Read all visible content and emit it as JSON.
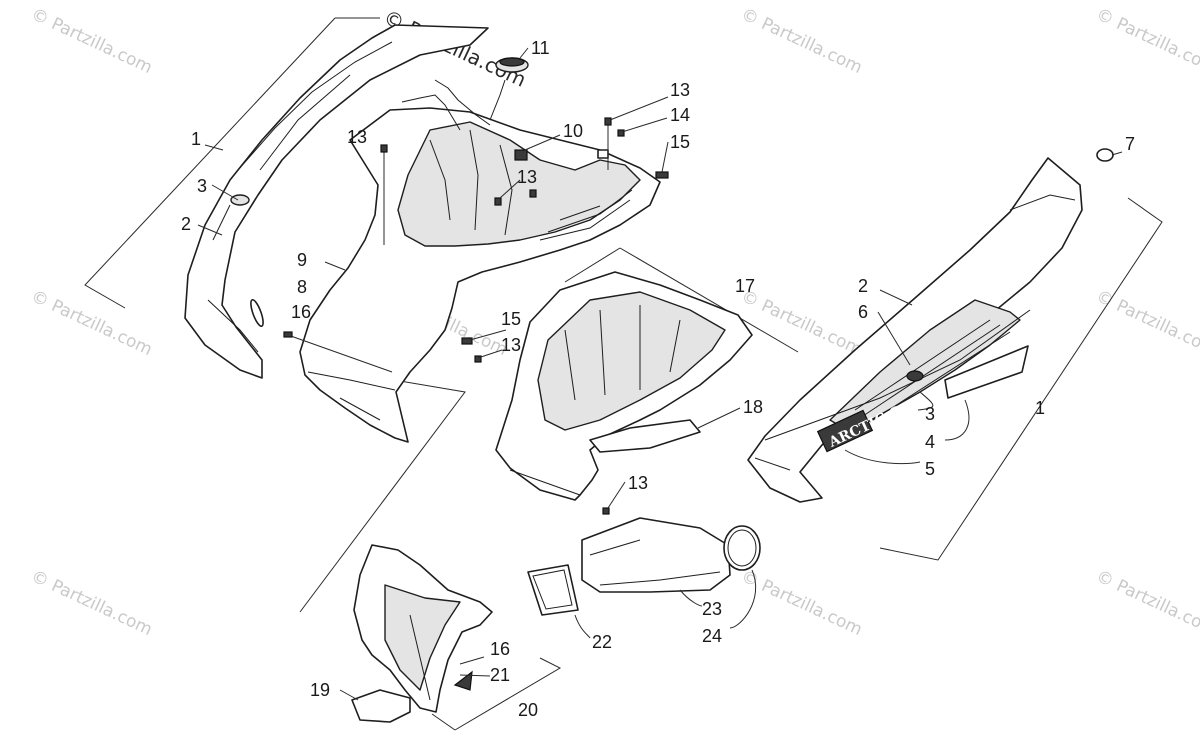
{
  "diagram": {
    "copyright": "© Partzilla.com",
    "watermark": "© Partzilla.com",
    "part_label_text": "ARCTIC CAT",
    "callouts": [
      "1",
      "3",
      "2",
      "9",
      "8",
      "16",
      "13",
      "11",
      "10",
      "13",
      "13",
      "14",
      "15",
      "17",
      "15",
      "13",
      "18",
      "13",
      "7",
      "2",
      "6",
      "3",
      "4",
      "5",
      "1",
      "23",
      "24",
      "22",
      "16",
      "21",
      "19",
      "20"
    ]
  }
}
